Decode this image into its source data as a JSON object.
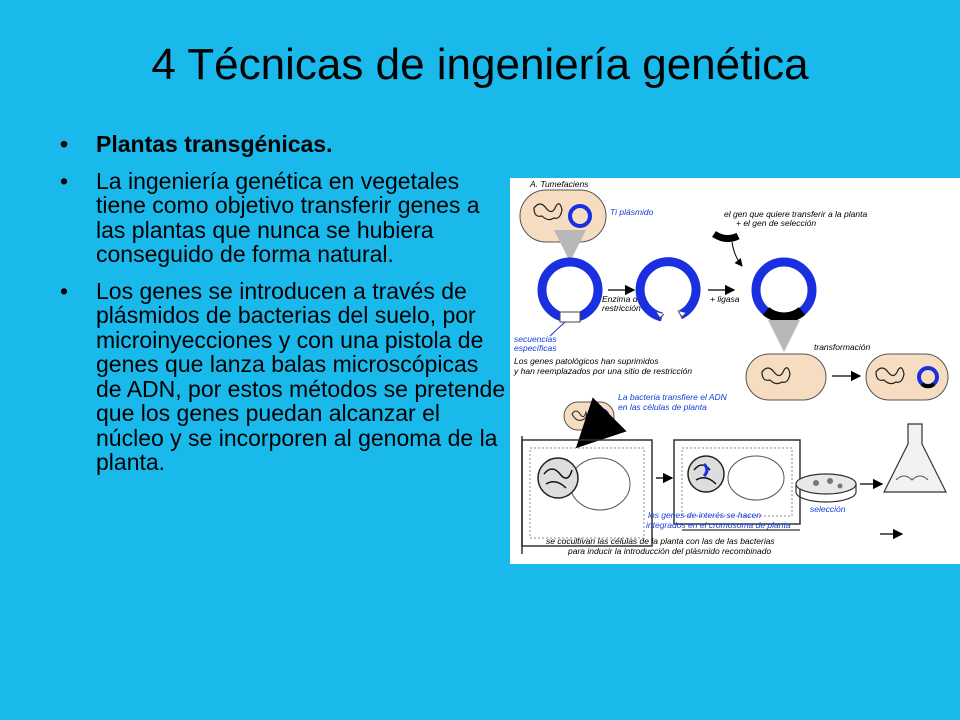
{
  "slide": {
    "title": "4 Técnicas de ingeniería genética",
    "bullet_glyph": "•",
    "bullets": [
      "Plantas transgénicas.",
      "La ingeniería genética en vegetales tiene como objetivo transferir genes a las plantas que nunca se hubiera conseguido de forma natural.",
      "Los genes se introducen a través de plásmidos de bacterias del suelo, por microinyecciones y con una pistola de genes que lanza balas microscópicas de ADN, por estos métodos se pretende que los genes puedan alcanzar el núcleo y se incorporen al genoma de la planta."
    ]
  },
  "figure": {
    "labels": {
      "a_tumefaciens": "A. Tumefaciens",
      "ti_plasmid": "Ti plásmido",
      "gene_transfer_1": "el gen que quiere transferir a la planta",
      "gene_transfer_2": "+ el gen de selección",
      "enzyme_1": "Enzima de",
      "enzyme_2": "restricción",
      "ligase": "+ ligasa",
      "sequences_1": "secuencias",
      "sequences_2": "específicas",
      "pathogenic_1": "Los genes patológicos han suprimidos",
      "pathogenic_2": "y han reemplazados por una sitio de restricción",
      "transformation": "transformación",
      "bacteria_transfer_1": "La bacteria transfiere el ADN",
      "bacteria_transfer_2": "en las células de planta",
      "integrated_1": "los genes de interés se hacen",
      "integrated_2": "integrados en el cromosoma de planta",
      "selection": "selección",
      "coculture_1": "se cocultivan las células de la planta con las de las bacterias",
      "coculture_2": "para inducir la introducción del plásmido recombinado"
    },
    "colors": {
      "background_slide": "#1ab9ec",
      "bacterium_fill": "#f6dcc0",
      "plasmid_blue": "#1a2fe0",
      "arrow_gray": "#b8b8b8",
      "insert_red": "#e01010"
    }
  }
}
